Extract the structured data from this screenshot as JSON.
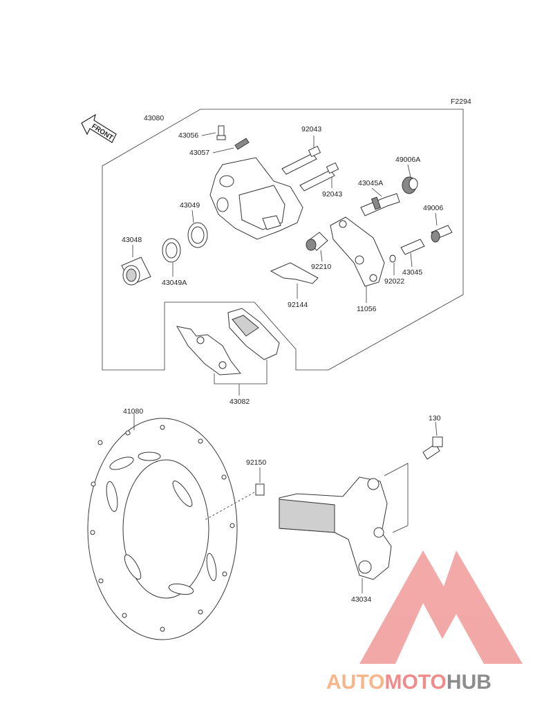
{
  "figure_code": "F2294",
  "front_label": "FRONT",
  "part_labels": {
    "caliper_assy": "43080",
    "bleed_valve": "43056",
    "valve_cap": "43057",
    "pin_a": "92043",
    "pin_b": "92043",
    "piston_seal": "43049",
    "dust_seal": "43049A",
    "piston": "43048",
    "guide_pin_a": "43045A",
    "boot_a": "49006A",
    "boot": "49006",
    "guide_pin": "43045",
    "sleeve": "92210",
    "ring": "92022",
    "spring": "92144",
    "bracket": "11056",
    "pad_set": "43082",
    "disc": "41080",
    "disc_bolt": "92150",
    "bolt": "130",
    "holder": "43034"
  },
  "watermark": {
    "part1": "AUTO",
    "part2": "MOTO",
    "part3": "HUB",
    "colors": {
      "auto": "#f7b58a",
      "moto": "#f28a8a",
      "hub": "#8c8c8c",
      "logo": "#f29a9a"
    }
  }
}
